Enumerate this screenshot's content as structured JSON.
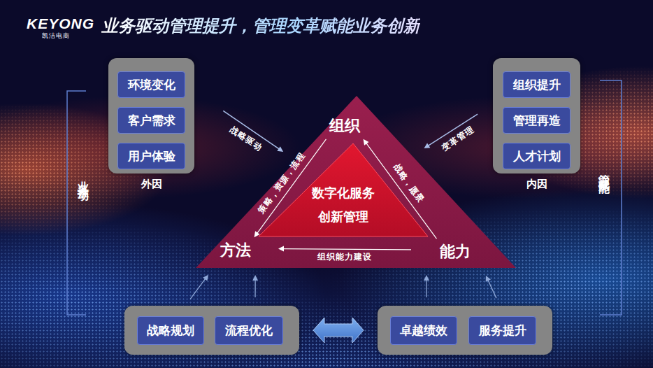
{
  "diagram": {
    "title": "业务驱动管理提升，管理变革赋能业务创新",
    "nodes": [
      {
        "text": [
          "外因"
        ]
      },
      {
        "text": [
          "环境变化"
        ],
        "in": 0
      },
      {
        "text": [
          "客户需求"
        ],
        "in": 0
      },
      {
        "text": [
          "用户体验"
        ],
        "in": 0
      },
      {
        "text": [
          "内因"
        ]
      },
      {
        "text": [
          "组织提升"
        ],
        "in": 4
      },
      {
        "text": [
          "管理再造"
        ],
        "in": 4
      },
      {
        "text": [
          "人才计划"
        ],
        "in": 4
      },
      {
        "text": []
      },
      {
        "text": [
          "组织"
        ],
        "in": 8
      },
      {
        "text": [
          "数字化服务 创新管理"
        ],
        "in": 8
      },
      {
        "text": [
          "方法"
        ],
        "in": 8
      },
      {
        "text": [
          "能力"
        ],
        "in": 8
      },
      {
        "text": []
      },
      {
        "text": [
          "战略规划"
        ],
        "in": 13
      },
      {
        "text": [
          "流程优化"
        ],
        "in": 13
      },
      {
        "text": []
      },
      {
        "text": [
          "卓越绩效"
        ],
        "in": 16
      },
      {
        "text": [
          "服务提升"
        ],
        "in": 16
      }
    ],
    "edges": [
      {
        "from": 0,
        "to": 8,
        "label": "战略驱动",
        "arrow": "to"
      },
      {
        "from": 4,
        "to": 8,
        "label": "变革管理",
        "arrow": "to"
      },
      {
        "from": 9,
        "to": 11,
        "label": "策略，资源，流程",
        "arrow": "to"
      },
      {
        "from": 12,
        "to": 9,
        "label": "战略，愿景",
        "arrow": "to"
      },
      {
        "from": 12,
        "to": 11,
        "label": "组织能力建设",
        "arrow": "to"
      },
      {
        "from": 13,
        "to": 8,
        "arrow": "to"
      },
      {
        "from": 13,
        "to": 8,
        "arrow": "to"
      },
      {
        "from": 16,
        "to": 8,
        "arrow": "to"
      },
      {
        "from": 16,
        "to": 8,
        "arrow": "to"
      },
      {
        "from": 13,
        "to": 16,
        "arrow": "both"
      }
    ],
    "labels": [
      "KEYONG",
      "凯洁电商",
      "业务推动",
      "管理赋能"
    ]
  }
}
